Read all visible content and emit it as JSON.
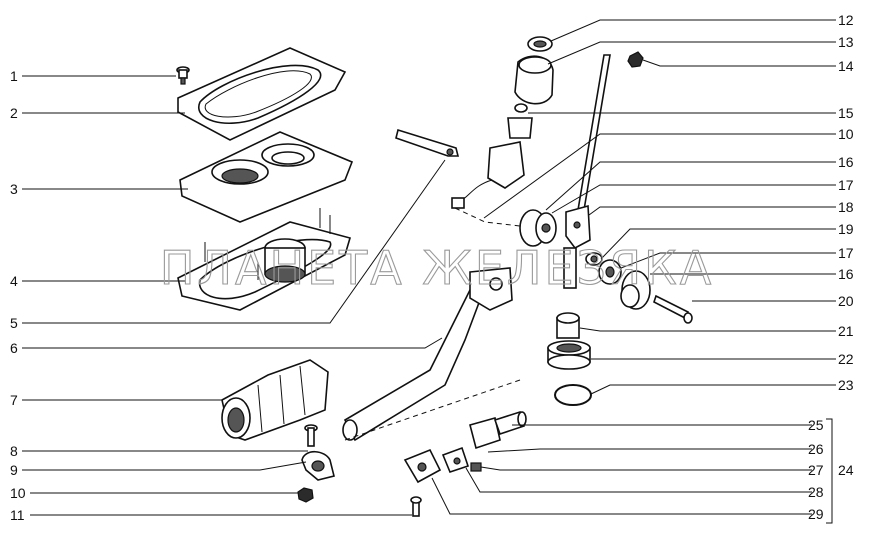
{
  "watermark": "ПЛАНЕТА ЖЕЛЕЗЯКА",
  "callouts": [
    {
      "num": "1"
    },
    {
      "num": "2"
    },
    {
      "num": "3"
    },
    {
      "num": "4"
    },
    {
      "num": "5"
    },
    {
      "num": "6"
    },
    {
      "num": "7"
    },
    {
      "num": "8"
    },
    {
      "num": "9"
    },
    {
      "num": "10"
    },
    {
      "num": "11"
    },
    {
      "num": "12"
    },
    {
      "num": "13"
    },
    {
      "num": "14"
    },
    {
      "num": "15"
    },
    {
      "num": "10"
    },
    {
      "num": "16"
    },
    {
      "num": "17"
    },
    {
      "num": "18"
    },
    {
      "num": "19"
    },
    {
      "num": "17"
    },
    {
      "num": "16"
    },
    {
      "num": "20"
    },
    {
      "num": "21"
    },
    {
      "num": "22"
    },
    {
      "num": "23"
    },
    {
      "num": "25"
    },
    {
      "num": "26"
    },
    {
      "num": "27"
    },
    {
      "num": "28"
    },
    {
      "num": "29"
    }
  ],
  "group_label": "24"
}
